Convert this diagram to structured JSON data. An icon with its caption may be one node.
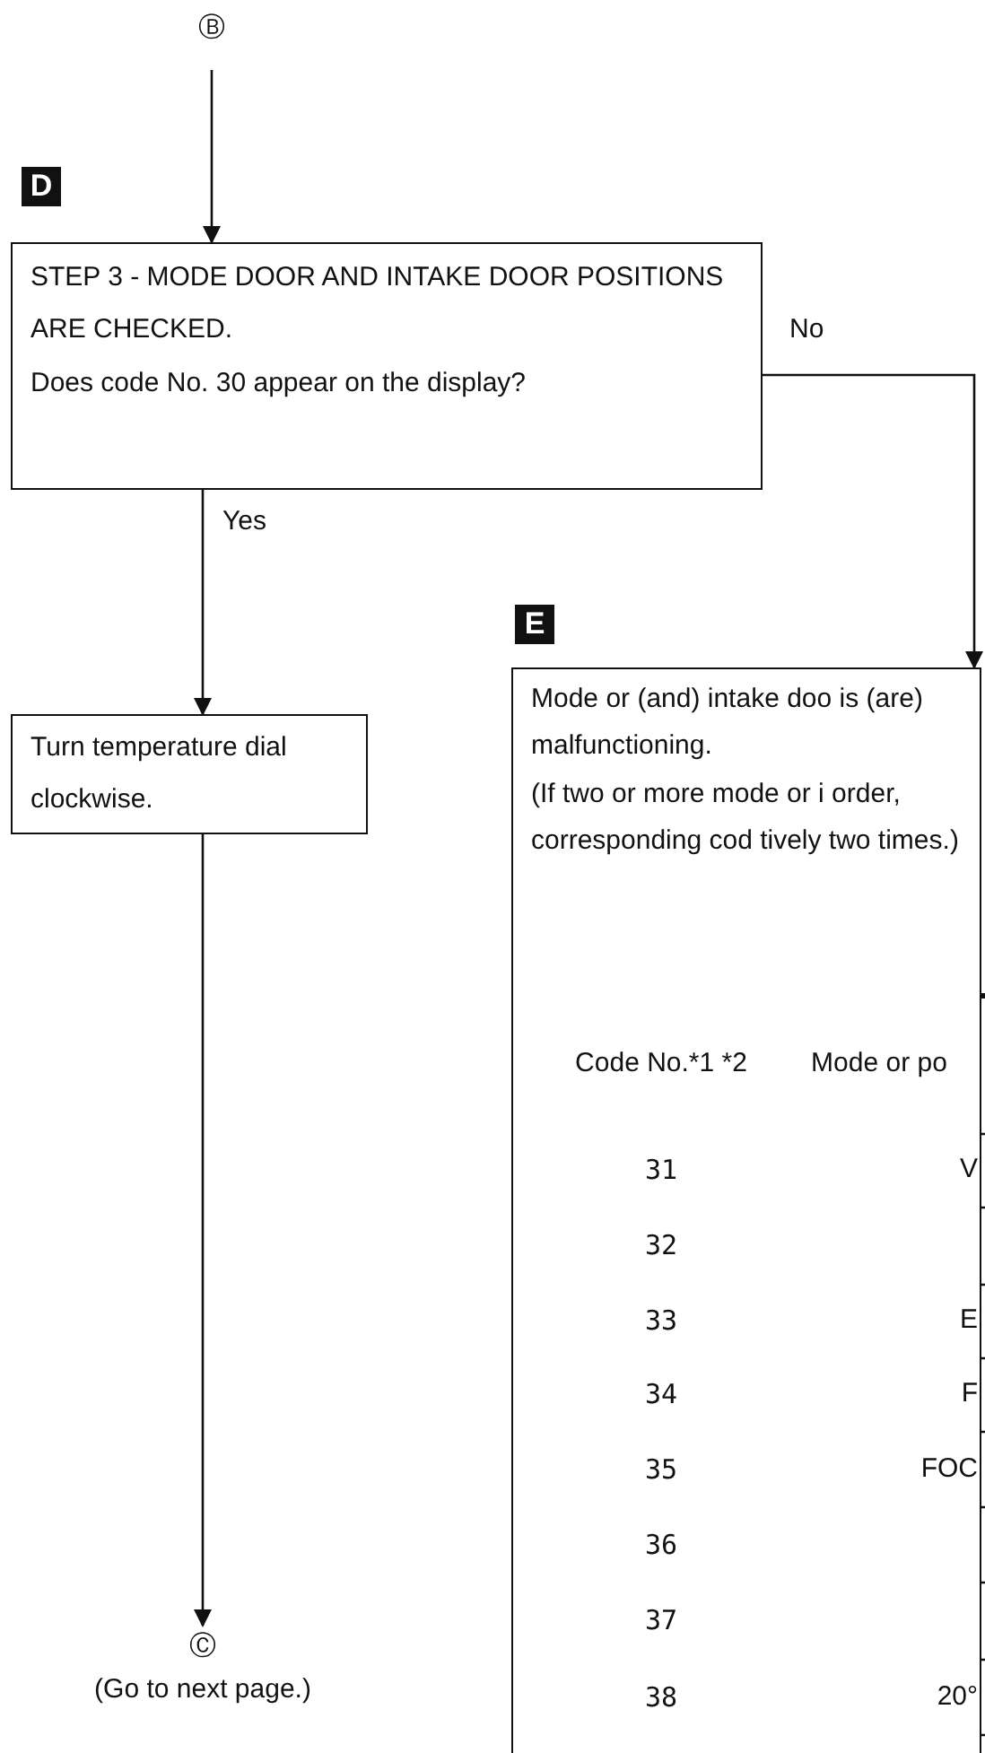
{
  "diagram": {
    "nodes": [
      {
        "text": [
          "Ⓑ"
        ]
      },
      {
        "text": [
          "STEP 3 - MODE DOOR AND INTAKE DOOR POSITIONS ARE CHECKED.",
          "Does code No. 30 appear on the display?"
        ],
        "beside": [
          "D"
        ]
      },
      {
        "text": [
          "Turn temperature dial clockwise."
        ]
      },
      {
        "text": [
          "Mode or (and) intake doo is (are) malfunctioning.",
          "(If two or more mode or i order, corresponding cod tively two times.)"
        ],
        "beside": [
          "E"
        ]
      },
      {
        "text": [
          "Ⓒ",
          "(Go to next page.)"
        ]
      }
    ],
    "edges": [
      {
        "from": 0,
        "to": 1,
        "arrow": "to"
      },
      {
        "from": 1,
        "to": 2,
        "arrow": "to",
        "label": "Yes"
      },
      {
        "from": 1,
        "to": 3,
        "arrow": "to",
        "label": "No"
      },
      {
        "from": 2,
        "to": 4,
        "arrow": "to"
      }
    ],
    "labels": [
      "Code No.*1 *2",
      "Mode or po",
      "31",
      "V",
      "32",
      "33",
      "E",
      "34",
      "F",
      "35",
      "FOC",
      "36",
      "37",
      "38",
      "20°"
    ]
  }
}
